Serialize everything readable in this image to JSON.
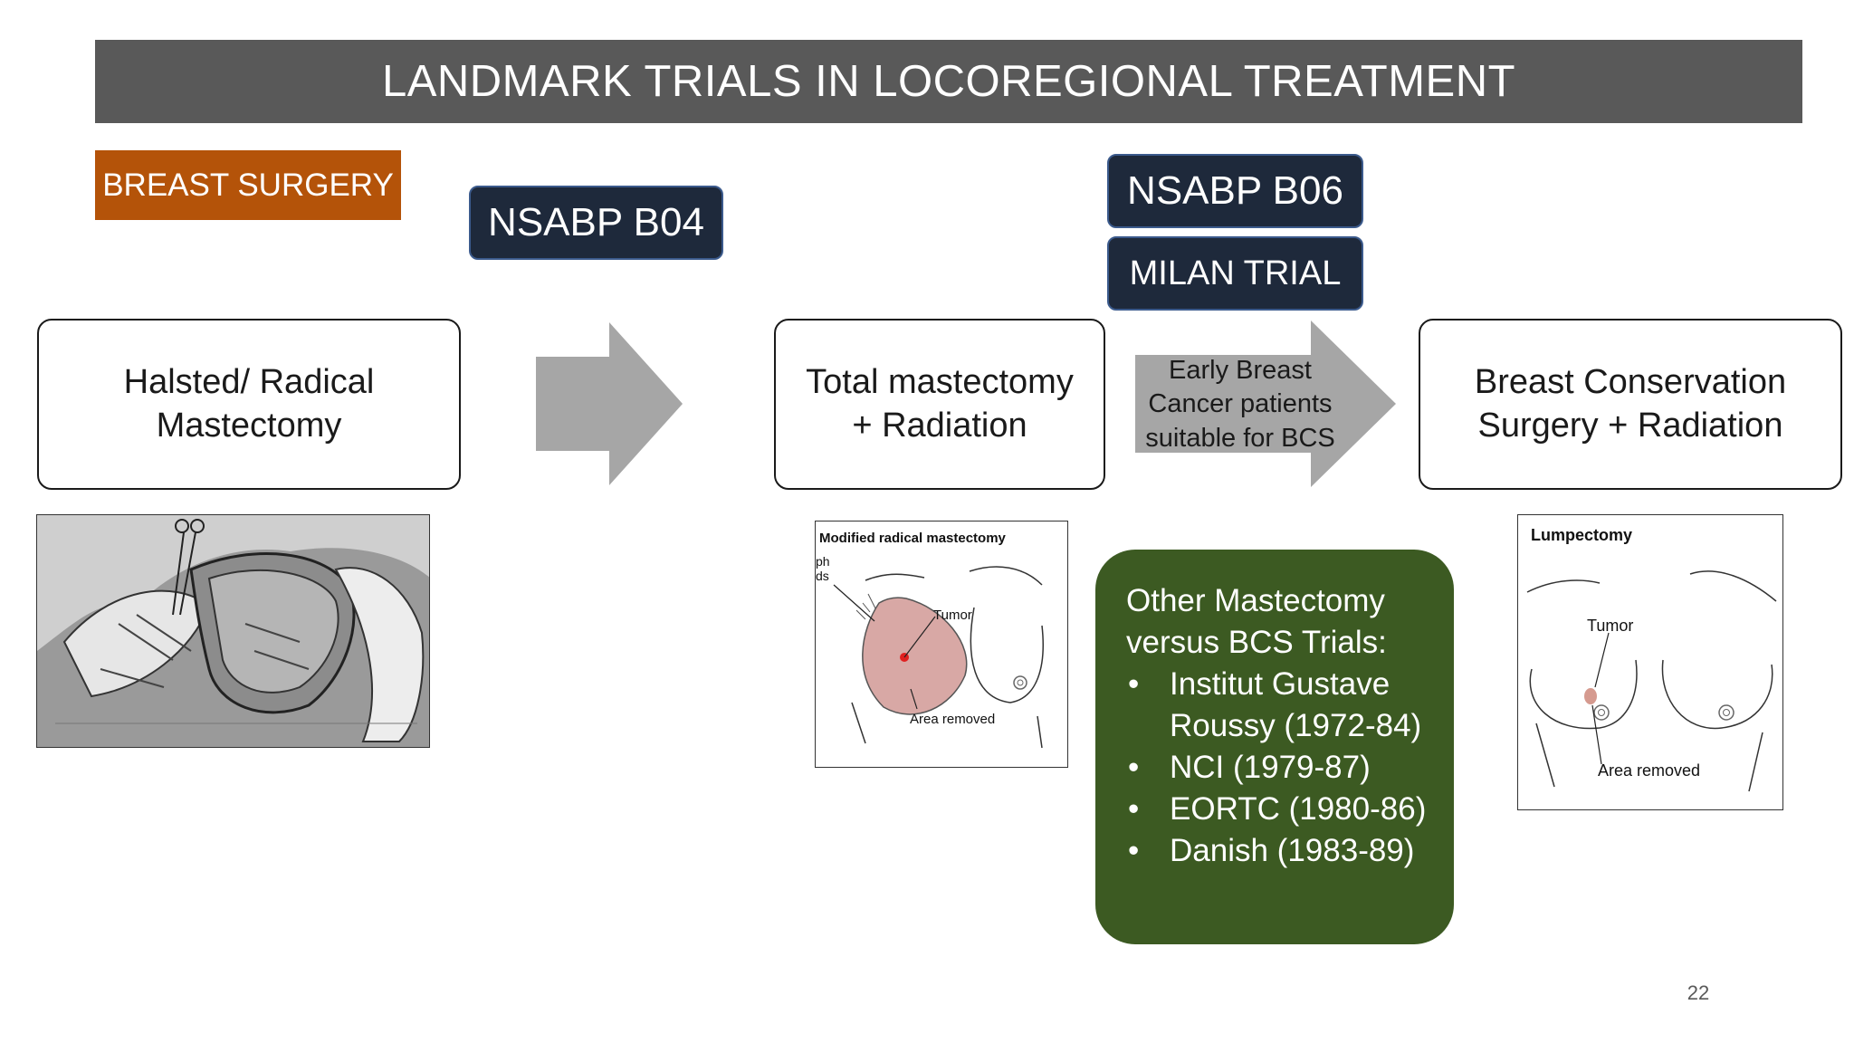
{
  "title": "LANDMARK TRIALS IN LOCOREGIONAL TREATMENT",
  "section_tag": "BREAST SURGERY",
  "trials": {
    "b04": "NSABP B04",
    "b06": "NSABP B06",
    "milan": "MILAN TRIAL"
  },
  "stages": {
    "halsted": {
      "line1": "Halsted/ Radical",
      "line2": "Mastectomy"
    },
    "total": {
      "line1": "Total mastectomy",
      "line2": "+ Radiation"
    },
    "bcs": {
      "line1": "Breast Conservation",
      "line2": "Surgery + Radiation"
    }
  },
  "arrow2_text": {
    "line1": "Early Breast",
    "line2": "Cancer patients",
    "line3": "suitable for BCS"
  },
  "figures": {
    "mrm": {
      "title": "Modified radical mastectomy",
      "tumor": "Tumor",
      "area": "Area removed",
      "edge1": "ph",
      "edge2": "ds"
    },
    "lump": {
      "title": "Lumpectomy",
      "tumor": "Tumor",
      "area": "Area removed"
    }
  },
  "other_trials": {
    "heading_line1": "Other Mastectomy",
    "heading_line2": "versus BCS Trials:",
    "items": [
      {
        "line1": "Institut Gustave",
        "line2": "Roussy (1972-84)"
      },
      {
        "line1": "NCI (1979-87)",
        "line2": ""
      },
      {
        "line1": "EORTC (1980-86)",
        "line2": ""
      },
      {
        "line1": "Danish (1983-89)",
        "line2": ""
      }
    ]
  },
  "page_number": "22",
  "colors": {
    "title_bar": "#595959",
    "section_tag": "#b45309",
    "trial_label": "#1e293b",
    "arrow": "#a6a6a6",
    "other_trials_box": "#3c5a22"
  }
}
